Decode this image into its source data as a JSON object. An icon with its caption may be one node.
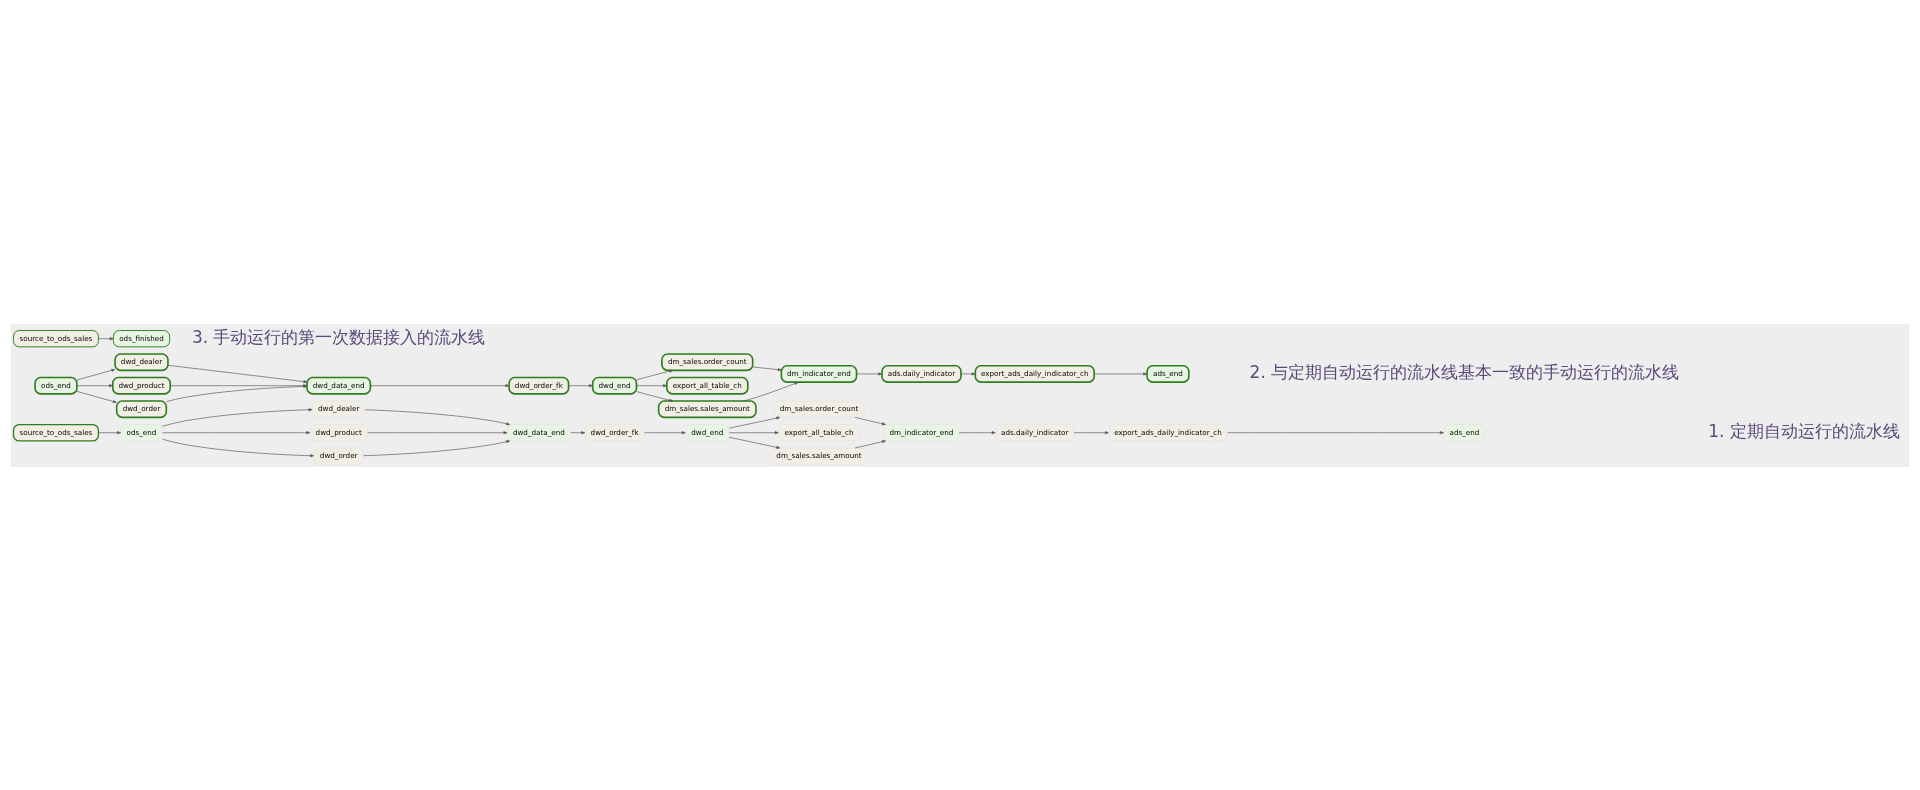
{
  "diagram": {
    "nodes": [
      {
        "text": [
          "source_to_ods_sales"
        ]
      },
      {
        "text": [
          "ods_end"
        ]
      },
      {
        "text": [
          "dwd_dealer"
        ]
      },
      {
        "text": [
          "dwd_product"
        ]
      },
      {
        "text": [
          "dwd_order"
        ]
      },
      {
        "text": [
          "dwd_data_end"
        ]
      },
      {
        "text": [
          "dwd_order_fk"
        ]
      },
      {
        "text": [
          "dwd_end"
        ]
      },
      {
        "text": [
          "dm_sales.order_count"
        ]
      },
      {
        "text": [
          "export_all_table_ch"
        ]
      },
      {
        "text": [
          "dm_sales.sales_amount"
        ]
      },
      {
        "text": [
          "dm_indicator_end"
        ]
      },
      {
        "text": [
          "ads.daily_indicator"
        ]
      },
      {
        "text": [
          "export_ads_daily_indicator_ch"
        ]
      },
      {
        "text": [
          "ads_end"
        ]
      },
      {
        "text": [
          "ods_end"
        ]
      },
      {
        "text": [
          "dwd_dealer"
        ]
      },
      {
        "text": [
          "dwd_product"
        ]
      },
      {
        "text": [
          "dwd_order"
        ]
      },
      {
        "text": [
          "dwd_data_end"
        ]
      },
      {
        "text": [
          "dwd_order_fk"
        ]
      },
      {
        "text": [
          "dwd_end"
        ]
      },
      {
        "text": [
          "dm_sales.order_count"
        ]
      },
      {
        "text": [
          "export_all_table_ch"
        ]
      },
      {
        "text": [
          "dm_sales.sales_amount"
        ]
      },
      {
        "text": [
          "dm_indicator_end"
        ]
      },
      {
        "text": [
          "ads.daily_indicator"
        ]
      },
      {
        "text": [
          "export_ads_daily_indicator_ch"
        ]
      },
      {
        "text": [
          "ads_end"
        ]
      },
      {
        "text": [
          "source_to_ods_sales"
        ]
      },
      {
        "text": [
          "ods_finished"
        ]
      }
    ],
    "edges": [
      {
        "from": 0,
        "to": 1,
        "arrow": "to"
      },
      {
        "from": 1,
        "to": 2,
        "arrow": "to"
      },
      {
        "from": 1,
        "to": 3,
        "arrow": "to"
      },
      {
        "from": 1,
        "to": 4,
        "arrow": "to"
      },
      {
        "from": 2,
        "to": 5,
        "arrow": "to"
      },
      {
        "from": 3,
        "to": 5,
        "arrow": "to"
      },
      {
        "from": 4,
        "to": 5,
        "arrow": "to"
      },
      {
        "from": 5,
        "to": 6,
        "arrow": "to"
      },
      {
        "from": 6,
        "to": 7,
        "arrow": "to"
      },
      {
        "from": 7,
        "to": 8,
        "arrow": "to"
      },
      {
        "from": 7,
        "to": 9,
        "arrow": "to"
      },
      {
        "from": 7,
        "to": 10,
        "arrow": "to"
      },
      {
        "from": 8,
        "to": 11,
        "arrow": "to"
      },
      {
        "from": 10,
        "to": 11,
        "arrow": "to"
      },
      {
        "from": 11,
        "to": 12,
        "arrow": "to"
      },
      {
        "from": 12,
        "to": 13,
        "arrow": "to"
      },
      {
        "from": 13,
        "to": 14,
        "arrow": "to"
      },
      {
        "from": 15,
        "to": 16,
        "arrow": "to"
      },
      {
        "from": 15,
        "to": 17,
        "arrow": "to"
      },
      {
        "from": 15,
        "to": 18,
        "arrow": "to"
      },
      {
        "from": 16,
        "to": 19,
        "arrow": "to"
      },
      {
        "from": 17,
        "to": 19,
        "arrow": "to"
      },
      {
        "from": 18,
        "to": 19,
        "arrow": "to"
      },
      {
        "from": 19,
        "to": 20,
        "arrow": "to"
      },
      {
        "from": 20,
        "to": 21,
        "arrow": "to"
      },
      {
        "from": 21,
        "to": 22,
        "arrow": "to"
      },
      {
        "from": 21,
        "to": 23,
        "arrow": "to"
      },
      {
        "from": 21,
        "to": 24,
        "arrow": "to"
      },
      {
        "from": 22,
        "to": 25,
        "arrow": "to"
      },
      {
        "from": 24,
        "to": 25,
        "arrow": "to"
      },
      {
        "from": 25,
        "to": 26,
        "arrow": "to"
      },
      {
        "from": 26,
        "to": 27,
        "arrow": "to"
      },
      {
        "from": 27,
        "to": 28,
        "arrow": "to"
      },
      {
        "from": 29,
        "to": 30,
        "arrow": "to"
      }
    ],
    "labels": [
      "1. 定期自动运行的流水线",
      "2. 与定期自动运行的流水线基本一致的手动运行的流水线",
      "3. 手动运行的第一次数据接入的流水线"
    ]
  }
}
